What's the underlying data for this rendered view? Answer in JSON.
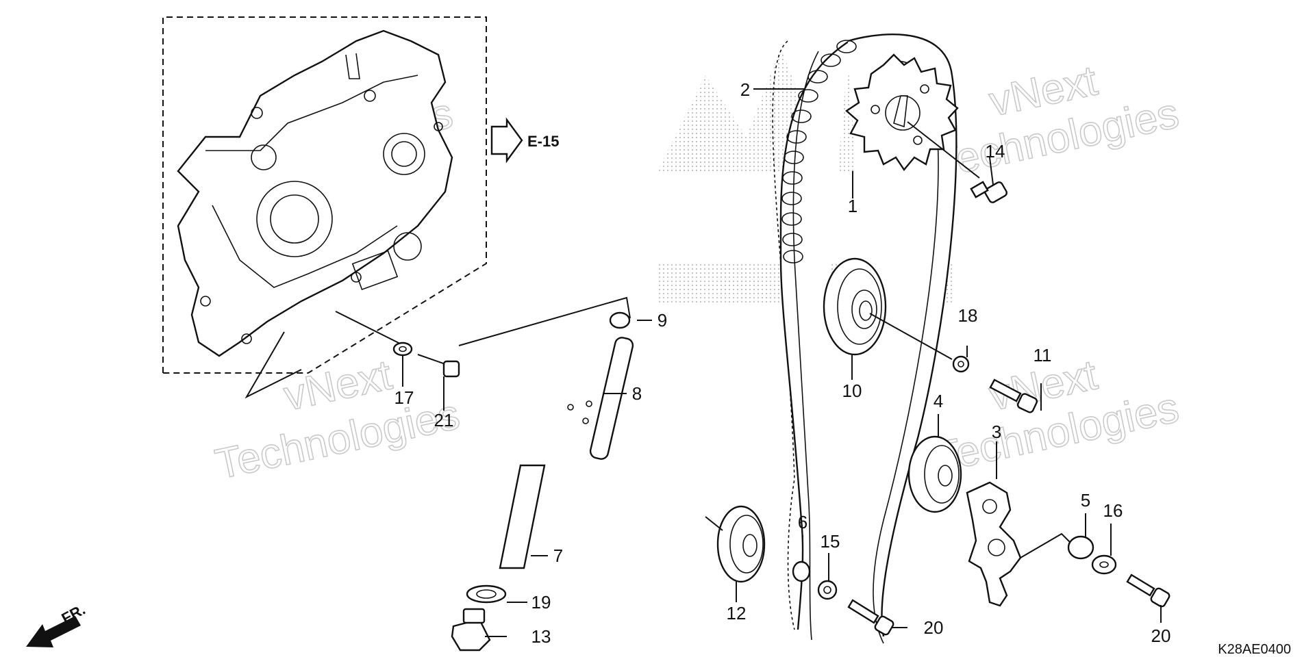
{
  "diagram": {
    "section_ref": "E-15",
    "drawing_code": "K28AE0400",
    "front_label": "FR.",
    "watermark": {
      "line1": "vNext",
      "line2": "Technologies"
    },
    "brand_backdrop": "HONDA",
    "callouts": [
      "1",
      "2",
      "3",
      "4",
      "5",
      "6",
      "7",
      "8",
      "9",
      "10",
      "11",
      "12",
      "13",
      "14",
      "15",
      "16",
      "17",
      "18",
      "19",
      "20",
      "20",
      "21"
    ],
    "parts": [
      "crankcase",
      "cam-sprocket",
      "cam-chain",
      "tensioner-slipper",
      "guide-roller",
      "collar",
      "tensioner-spring",
      "tensioner-push-rod",
      "rod-cap",
      "tensioner-roller",
      "roller-bolt",
      "lower-roller",
      "sealing-bolt",
      "flange-bolt",
      "washer",
      "washer",
      "washer",
      "washer",
      "sealing-washer",
      "flange-bolt",
      "flange-bolt"
    ],
    "colors": {
      "ink": "#111111",
      "watermark": "#b8b8b8",
      "backdrop_dots": "#bdbdbd"
    }
  }
}
